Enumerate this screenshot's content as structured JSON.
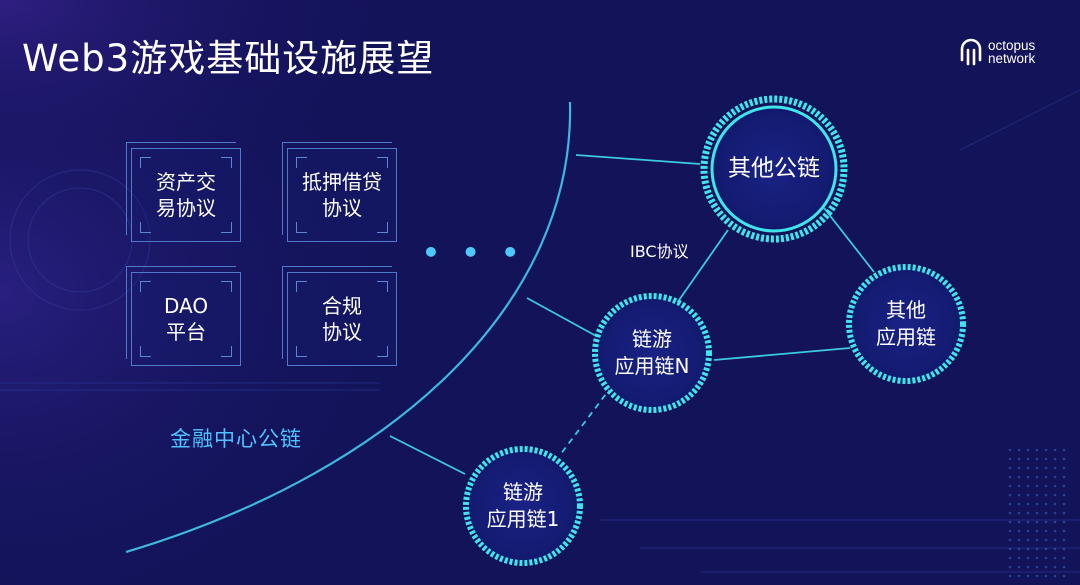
{
  "title": "Web3游戏基础设施展望",
  "logo": {
    "line1": "octopus",
    "line2": "network"
  },
  "protocols": [
    {
      "line1": "资产交",
      "line2": "易协议"
    },
    {
      "line1": "抵押借贷",
      "line2": "协议"
    },
    {
      "line1": "DAO",
      "line2": "平台"
    },
    {
      "line1": "合规",
      "line2": "协议"
    }
  ],
  "ellipsis": "• • •",
  "finance_chain_label": "金融中心公链",
  "ibc_label": "IBC协议",
  "nodes": {
    "other_public": {
      "line1": "其他公链"
    },
    "game_chain_n": {
      "line1": "链游",
      "line2": "应用链N"
    },
    "other_app": {
      "line1": "其他",
      "line2": "应用链"
    },
    "game_chain_1": {
      "line1": "链游",
      "line2": "应用链1"
    }
  },
  "colors": {
    "background": "#13135a",
    "accent_cyan": "#3ee6ec",
    "label_blue": "#4fc3ff",
    "card_border": "#4f79c9"
  }
}
